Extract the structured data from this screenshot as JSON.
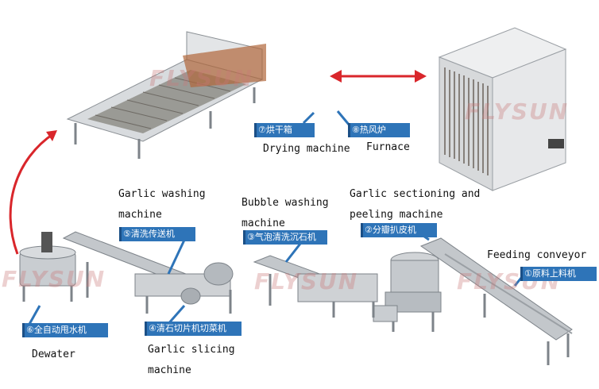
{
  "watermark": "FLYSUN",
  "machines": [
    {
      "id": "dewater",
      "tag": "⑥全自动甩水机",
      "label_lines": [
        "Dewater"
      ]
    },
    {
      "id": "garlic-washing",
      "tag": "⑤清洗传送机",
      "label_lines": [
        "Garlic washing",
        "machine"
      ]
    },
    {
      "id": "garlic-slicing",
      "tag": "④清石切片机切菜机",
      "label_lines": [
        "Garlic slicing",
        "machine"
      ]
    },
    {
      "id": "bubble-washing",
      "tag": "③气泡清洗沉石机",
      "label_lines": [
        "Bubble washing",
        "machine"
      ]
    },
    {
      "id": "sectioning-peeling",
      "tag": "②分瓣扒皮机",
      "label_lines": [
        "Garlic sectioning and",
        "peeling machine"
      ]
    },
    {
      "id": "feeding-conveyor",
      "tag": "①原料上料机",
      "label_lines": [
        "Feeding conveyor"
      ]
    },
    {
      "id": "drying-machine",
      "tag": "⑦烘干箱",
      "label_lines": [
        "Drying machine"
      ]
    },
    {
      "id": "furnace",
      "tag": "⑧热风炉",
      "label_lines": [
        "Furnace"
      ]
    }
  ],
  "colors": {
    "tag_bg": "#2e74b8",
    "arrow": "#d9262b",
    "steel": "#b9bec4",
    "steel_dark": "#7d8389",
    "furnace_grill": "#5a5048"
  }
}
